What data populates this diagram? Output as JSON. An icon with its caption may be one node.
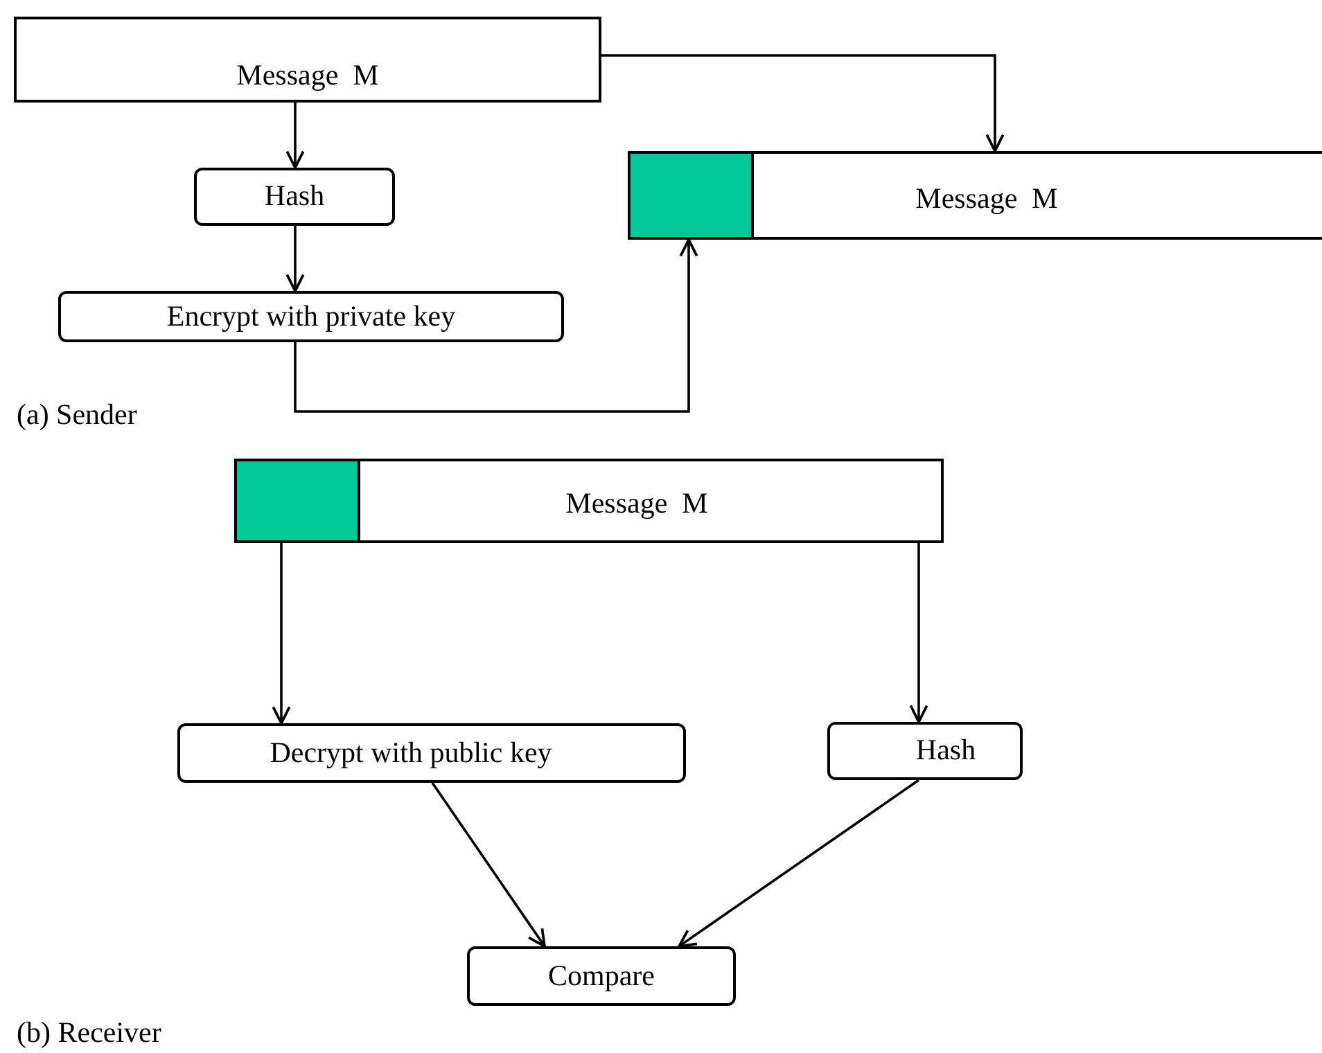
{
  "diagram": {
    "nodes": [
      {
        "text": [
          "Message  M"
        ]
      },
      {
        "text": [
          "Hash"
        ]
      },
      {
        "text": [
          "Encrypt with private key"
        ]
      },
      {
        "text": [],
        "shape": "box"
      },
      {
        "text": [
          "Message  M"
        ]
      },
      {
        "text": [],
        "shape": "box"
      },
      {
        "text": [
          "Message  M"
        ]
      },
      {
        "text": [
          "Decrypt with public key"
        ]
      },
      {
        "text": [
          "Hash"
        ]
      },
      {
        "text": [
          "Compare"
        ]
      }
    ],
    "edges": [
      {
        "from": 0,
        "to": 1,
        "arrow": "to"
      },
      {
        "from": 1,
        "to": 2,
        "arrow": "to"
      },
      {
        "from": 2,
        "to": 3,
        "arrow": "to"
      },
      {
        "from": 0,
        "to": 4,
        "arrow": "to"
      },
      {
        "from": 5,
        "to": 7,
        "arrow": "to"
      },
      {
        "from": 6,
        "to": 8,
        "arrow": "to"
      },
      {
        "from": 7,
        "to": 9,
        "arrow": "to"
      },
      {
        "from": 8,
        "to": 9,
        "arrow": "to"
      }
    ],
    "labels": [
      "(a) Sender",
      "(b) Receiver"
    ]
  }
}
